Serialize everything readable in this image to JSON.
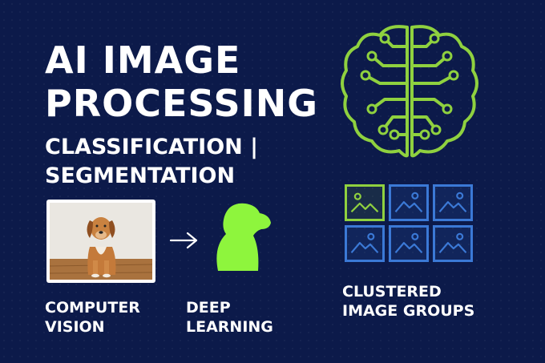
{
  "heading": {
    "title_line1": "AI IMAGE",
    "title_line2": "PROCESSING",
    "subtitle_line1": "CLASSIFICATION |",
    "subtitle_line2": "SEGMENTATION"
  },
  "pipeline": {
    "computer_vision_line1": "COMPUTER",
    "computer_vision_line2": "VISION",
    "deep_learning_line1": "DEEP",
    "deep_learning_line2": "LEARNING"
  },
  "clusters": {
    "label_line1": "CLUSTERED",
    "label_line2": "IMAGE GROUPS",
    "tiles": [
      {
        "color": "green"
      },
      {
        "color": "blue"
      },
      {
        "color": "blue"
      },
      {
        "color": "blue"
      },
      {
        "color": "blue"
      },
      {
        "color": "blue"
      }
    ]
  },
  "icons": {
    "brain": "brain-circuit-icon",
    "arrow": "arrow-right-icon",
    "dog": "dog-silhouette-icon",
    "image": "image-icon"
  },
  "colors": {
    "background": "#0c1a4a",
    "accent_green": "#8fd13f",
    "silhouette_green": "#8ef53d",
    "tile_blue": "#3b79d6",
    "text": "#ffffff"
  }
}
